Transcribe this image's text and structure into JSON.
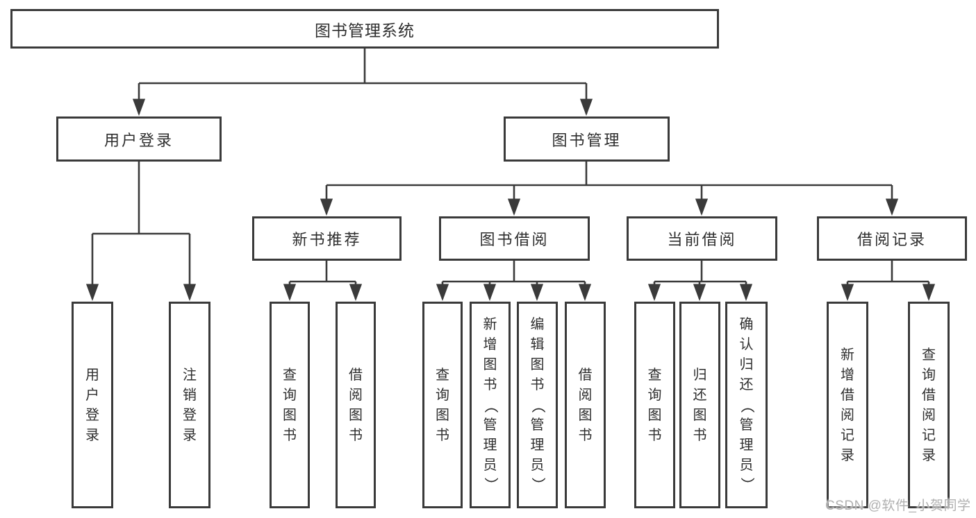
{
  "nodes": {
    "root": "图书管理系统",
    "level2": [
      "用户登录",
      "图书管理"
    ],
    "level3": [
      "新书推荐",
      "图书借阅",
      "当前借阅",
      "借阅记录"
    ],
    "leaves_user_login": [
      "用户登录",
      "注销登录"
    ],
    "leaves_new_books": [
      "查询图书",
      "借阅图书"
    ],
    "leaves_book_borrow": [
      "查询图书",
      "新增图书（管理员）",
      "编辑图书（管理员）",
      "借阅图书"
    ],
    "leaves_current_borrow": [
      "查询图书",
      "归还图书",
      "确认归还（管理员）"
    ],
    "leaves_borrow_records": [
      "新增借阅记录",
      "查询借阅记录"
    ]
  },
  "watermark": "CSDN @软件_小贺同学",
  "colors": {
    "line": "#3a3a3a",
    "text": "#2e2e2e",
    "watermark": "#b0b0b0"
  }
}
